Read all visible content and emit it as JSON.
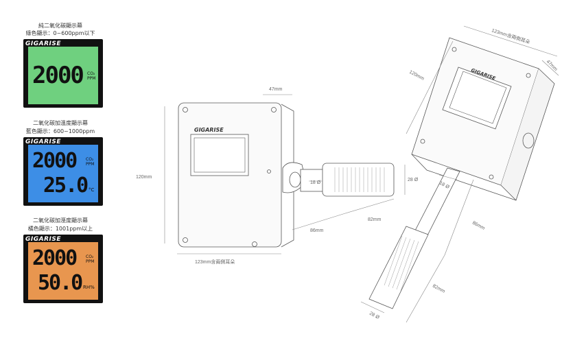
{
  "brand": "GIGARISE",
  "panels": [
    {
      "title": "純二氧化碳顯示幕",
      "range": "綠色顯示：0~600ppm以下",
      "color": "#6fd07f",
      "line1": "2000",
      "unit1": "CO₂ PPM",
      "line2": "",
      "unit2": ""
    },
    {
      "title": "二氧化碳加溫度顯示幕",
      "range": "藍色顯示：600~1000ppm",
      "color": "#3d8ee6",
      "line1": "2000",
      "unit1": "CO₂ PPM",
      "line2": "25.0",
      "unit2": "°C"
    },
    {
      "title": "二氧化碳加溼度顯示幕",
      "range": "橘色顯示：1001ppm以上",
      "color": "#e8964f",
      "line1": "2000",
      "unit1": "CO₂ PPM",
      "line2": "50.0",
      "unit2": "RH%"
    }
  ],
  "front_view": {
    "depth": "47mm",
    "height": "120mm",
    "probe_dia": "18 Ø",
    "sleeve_dia": "28 Ø",
    "probe_len": "86mm",
    "sleeve_len": "82mm",
    "width": "123mm含兩側耳朵"
  },
  "iso_view": {
    "width": "123mm含兩側耳朵",
    "depth": "47mm",
    "height": "120mm",
    "probe_dia": "18 Ø",
    "probe_len": "86mm",
    "sleeve_len": "82mm",
    "sleeve_dia": "28 Ø"
  }
}
